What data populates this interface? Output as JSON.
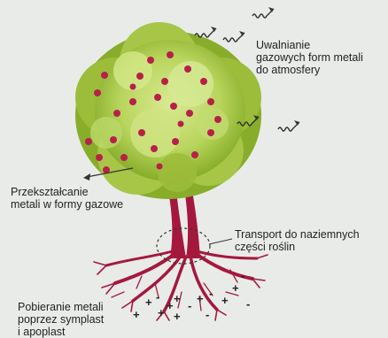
{
  "labels": {
    "gaseous_release": [
      "Uwalnianie",
      "gazowych form metali",
      "do atmosfery"
    ],
    "transformation": [
      "Przekształcanie",
      "metali w formy gazowe"
    ],
    "transport": [
      "Transport do naziemnych",
      "części roślin"
    ],
    "uptake": [
      "Pobieranie metali",
      "poprzez symplast",
      "i apoplast"
    ]
  },
  "ion_signs": [
    "+",
    "-",
    "+",
    "+",
    "-",
    "+",
    "-",
    "+",
    "+",
    "-",
    "+",
    "+",
    "-",
    "-",
    "+"
  ],
  "colors": {
    "background": "#e9ebe9",
    "foliage_dark": "#7fa81c",
    "foliage_light": "#c9e07a",
    "fruit": "#b8204a",
    "trunk": "#a5183d",
    "arrow": "#333333"
  },
  "icons": [
    "wavy-arrow-icon",
    "metal-particle-icon"
  ]
}
